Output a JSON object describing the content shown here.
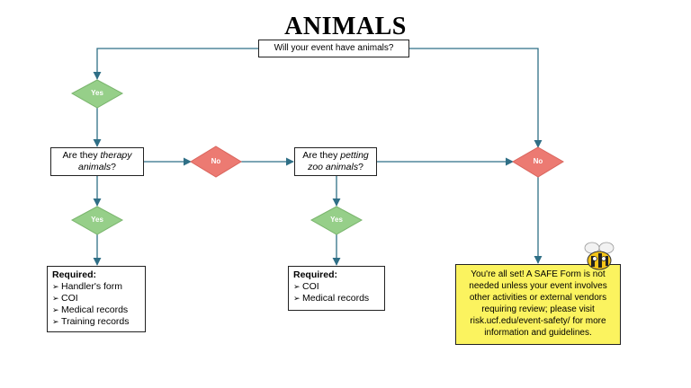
{
  "title": "ANIMALS",
  "top_question": "Will your event have animals?",
  "therapy_question": {
    "prefix": "Are they ",
    "emphasis": "therapy",
    "line2": "animals",
    "suffix": "?"
  },
  "petting_question": {
    "prefix": "Are they ",
    "emphasis": "petting",
    "line2": "zoo animals",
    "suffix": "?"
  },
  "decisions": {
    "yes1": "Yes",
    "no1": "No",
    "yes2": "Yes",
    "yes3": "Yes",
    "no2": "No"
  },
  "required_therapy": {
    "heading": "Required:",
    "items": [
      "Handler's form",
      "COI",
      "Medical records",
      "Training records"
    ]
  },
  "required_petting": {
    "heading": "Required:",
    "items": [
      "COI",
      "Medical records"
    ]
  },
  "all_set_note": "You're all set! A SAFE Form is not needed unless your event involves other activities or external vendors requiring review; please visit risk.ucf.edu/event-safety/ for more information and guidelines.",
  "colors": {
    "yes": "#96cf89",
    "no": "#ec7a72",
    "note": "#fbf35f",
    "line": "#2f6f86"
  }
}
